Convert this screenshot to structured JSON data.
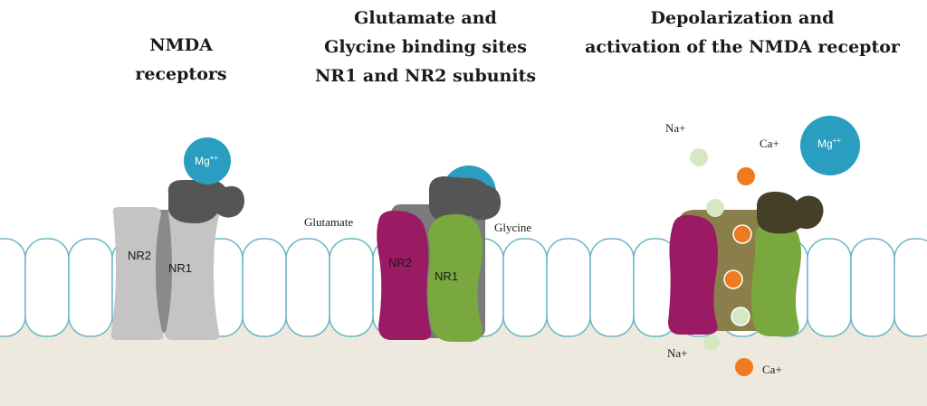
{
  "panels": {
    "p1": {
      "title_lines": [
        "NMDA",
        "receptors"
      ],
      "nr2": "NR2",
      "nr1": "NR1",
      "mg_base": "Mg",
      "mg_sup": "++"
    },
    "p2": {
      "title_lines": [
        "Glutamate and",
        "Glycine binding sites",
        "NR1 and NR2 subunits"
      ],
      "nr2": "NR2",
      "nr1": "NR1",
      "glutamate": "Glutamate",
      "glycine": "Glycine"
    },
    "p3": {
      "title_lines": [
        "Depolarization and",
        "activation of the NMDA receptor"
      ],
      "na_top": "Na+",
      "ca_top": "Ca+",
      "na_bottom": "Na+",
      "ca_bottom": "Ca+",
      "mg_base": "Mg",
      "mg_sup": "++"
    }
  },
  "colors": {
    "membrane_fill": "#ffffff",
    "membrane_stroke": "#6fb6c9",
    "cytoplasm": "#ede9df",
    "light_gray_subunit": "#c4c4c4",
    "mid_gray": "#7b7b7b",
    "dark_gray_cap": "#555555",
    "mg_ion": "#2a9ec0",
    "nr2_subunit": "#9a1a63",
    "nr1_subunit": "#79a83f",
    "open_channel": "#8a7e4a",
    "dark_cap": "#463f27",
    "na_ion": "#d6e7c6",
    "ca_ion": "#ee7b1f"
  }
}
